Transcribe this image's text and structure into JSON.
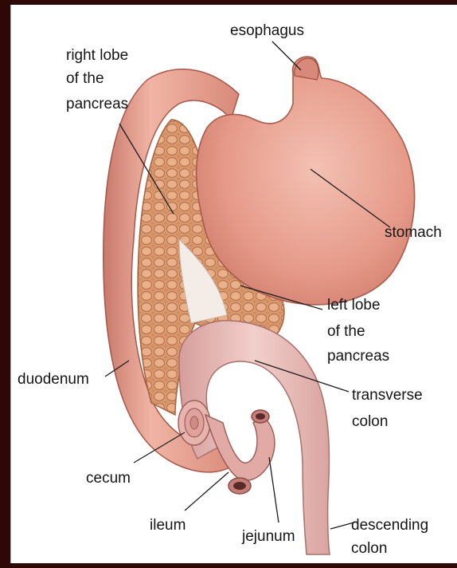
{
  "labels": {
    "esophagus": "esophagus",
    "right_lobe": [
      "right lobe",
      "of the",
      "pancreas"
    ],
    "stomach": "stomach",
    "left_lobe": [
      "left lobe",
      "of the",
      "pancreas"
    ],
    "duodenum": "duodenum",
    "transverse_colon": [
      "transverse",
      "colon"
    ],
    "cecum": "cecum",
    "ileum": "ileum",
    "jejunum": "jejunum",
    "descending_colon": [
      "descending",
      "colon"
    ]
  },
  "colors": {
    "frame": "#2e0707",
    "panel": "#ffffff",
    "stomach": "#e79a8c",
    "duodenum": "#e9a392",
    "pancreas": "#e2a173",
    "colon": "#e7b8b5",
    "leader_line": "#1c1c1c"
  }
}
